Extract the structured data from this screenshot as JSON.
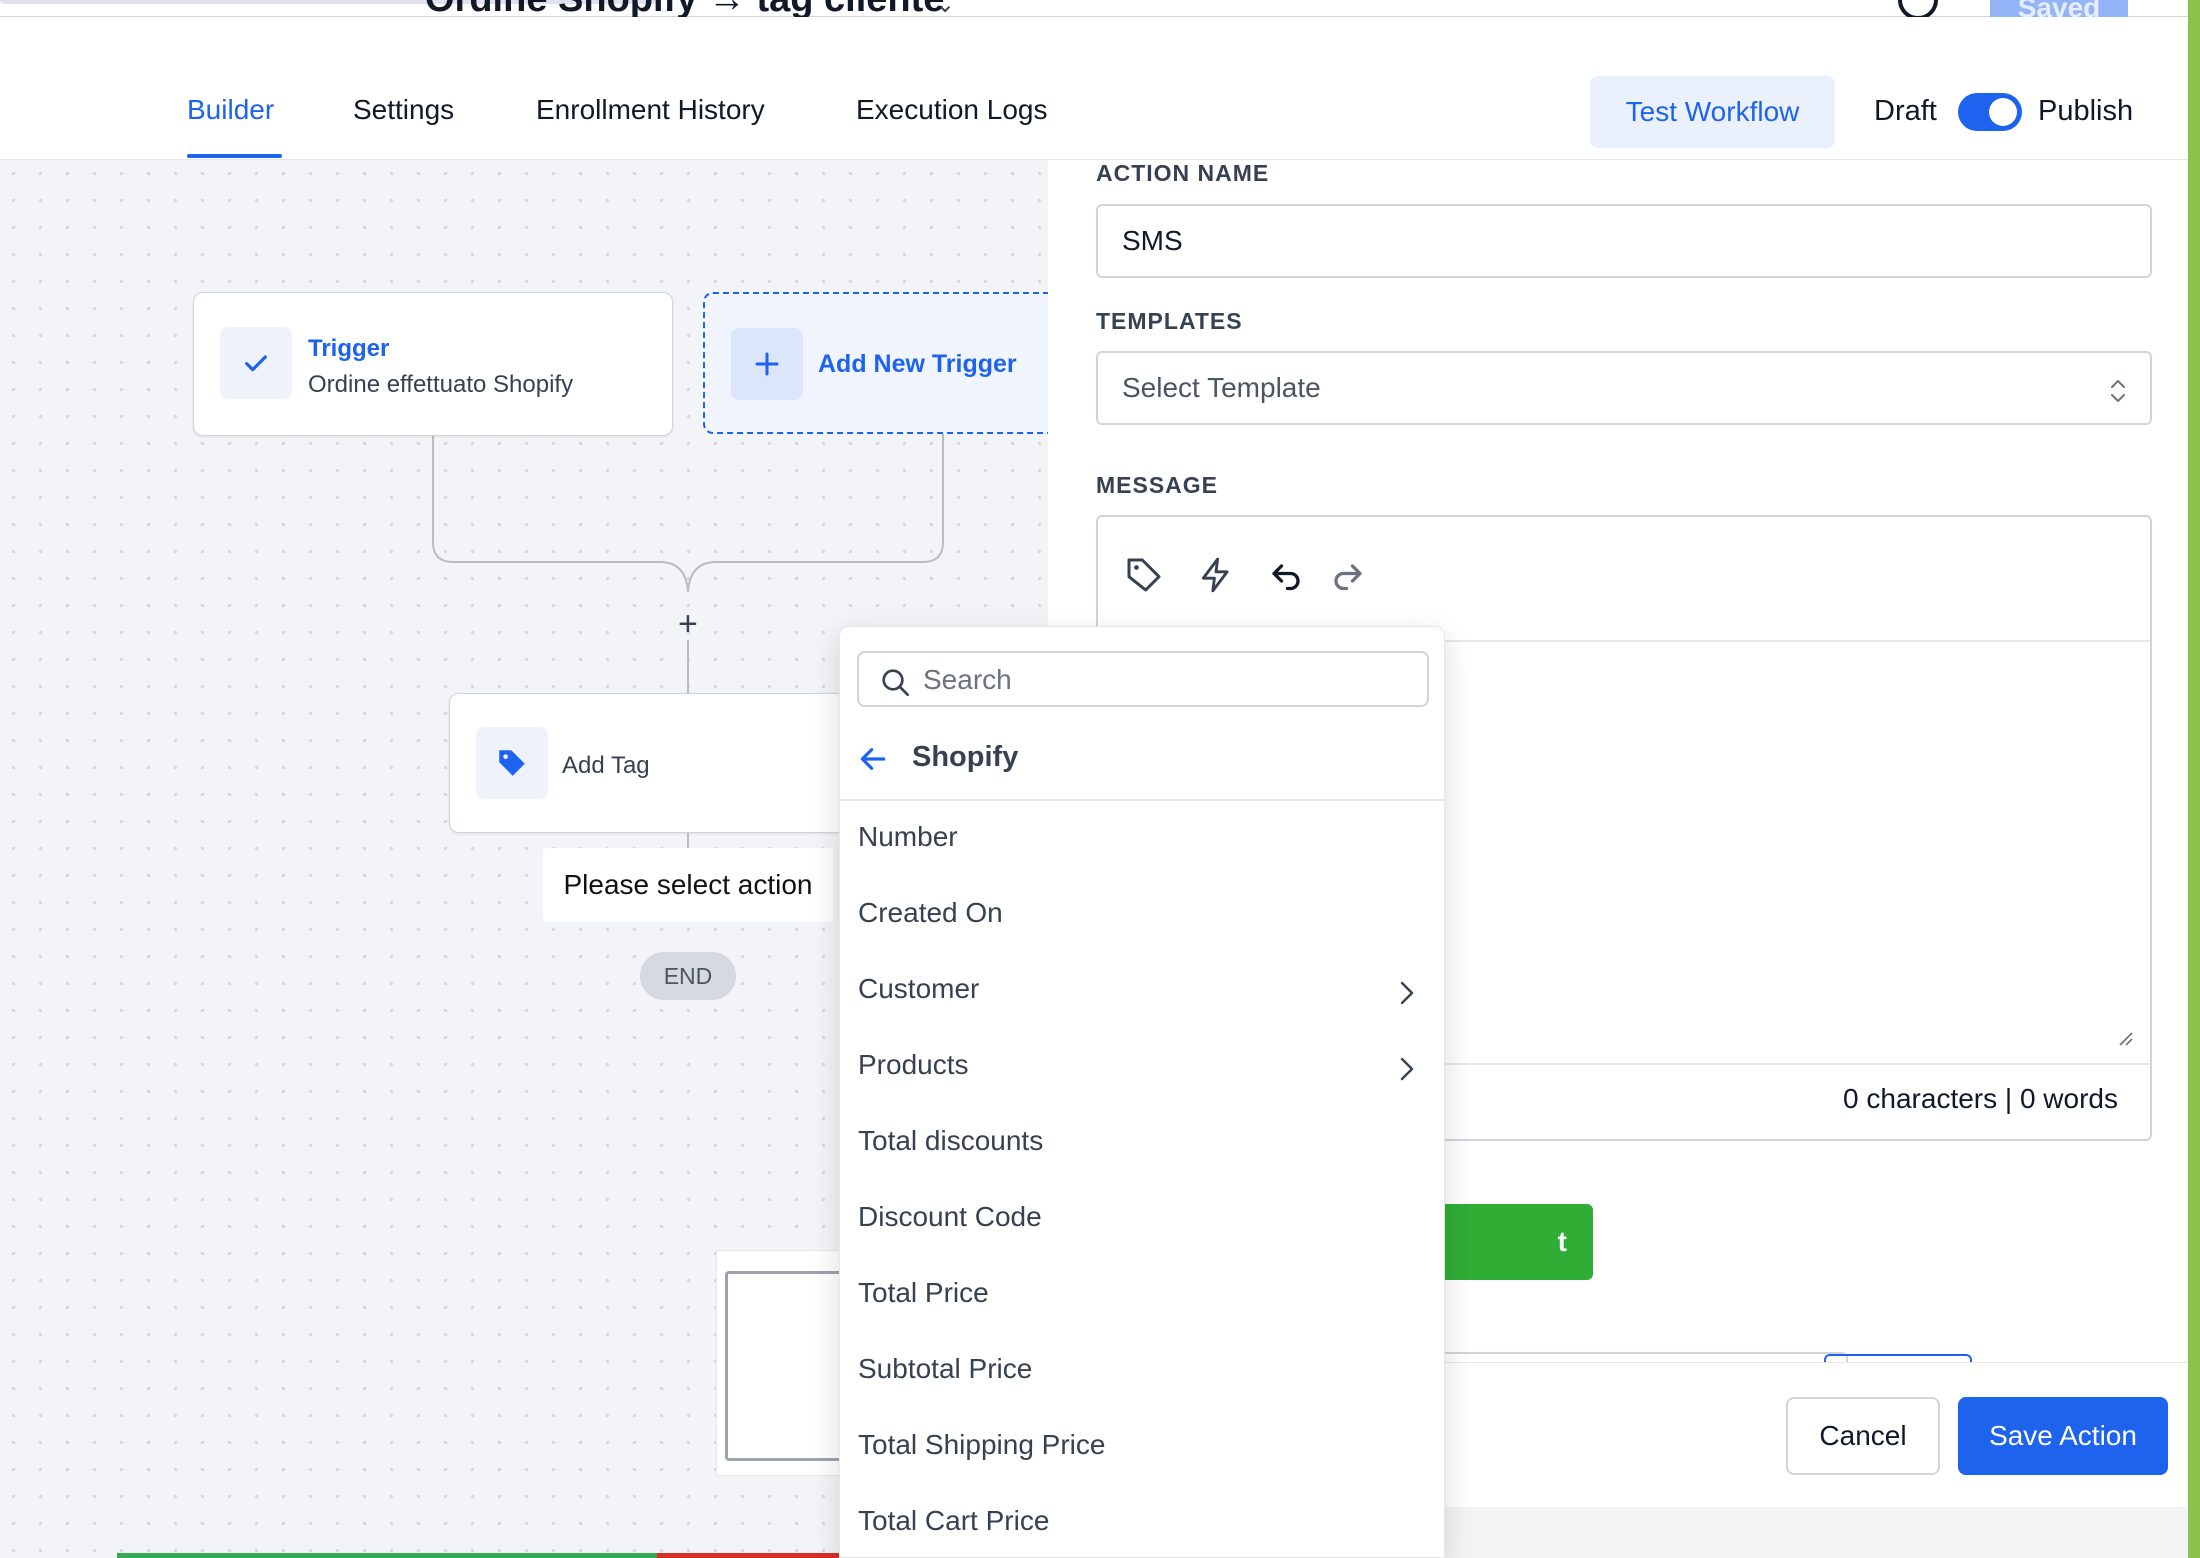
{
  "top": {
    "breadcrumb": "Ordine Shopify → tag cliente",
    "saved_label": "Saved"
  },
  "nav": {
    "tabs": [
      {
        "label": "Builder",
        "active": true
      },
      {
        "label": "Settings",
        "active": false
      },
      {
        "label": "Enrollment History",
        "active": false
      },
      {
        "label": "Execution Logs",
        "active": false
      }
    ],
    "test_workflow": "Test Workflow",
    "draft": "Draft",
    "publish": "Publish",
    "publish_on": true
  },
  "canvas": {
    "trigger": {
      "title": "Trigger",
      "subtitle": "Ordine effettuato Shopify",
      "icon": "check-icon"
    },
    "add_trigger": {
      "label": "Add New Trigger",
      "icon": "plus-icon"
    },
    "add_step": "+",
    "action": {
      "label": "Add Tag",
      "icon": "tag-icon"
    },
    "placeholder": "Please select action",
    "end": "END"
  },
  "panel": {
    "action_name_label": "ACTION NAME",
    "action_name_value": "SMS",
    "templates_label": "TEMPLATES",
    "templates_placeholder": "Select Template",
    "message_label": "MESSAGE",
    "toolbar_icons": [
      "tag-icon",
      "lightning-icon",
      "undo-icon",
      "redo-icon"
    ],
    "counter": "0 characters | 0 words",
    "green_button_fragment": "t",
    "cancel": "Cancel",
    "save": "Save Action"
  },
  "dropdown": {
    "search_placeholder": "Search",
    "back_title": "Shopify",
    "items": [
      {
        "label": "Number",
        "has_children": false
      },
      {
        "label": "Created On",
        "has_children": false
      },
      {
        "label": "Customer",
        "has_children": true
      },
      {
        "label": "Products",
        "has_children": true
      },
      {
        "label": "Total discounts",
        "has_children": false
      },
      {
        "label": "Discount Code",
        "has_children": false
      },
      {
        "label": "Total Price",
        "has_children": false
      },
      {
        "label": "Subtotal Price",
        "has_children": false
      },
      {
        "label": "Total Shipping Price",
        "has_children": false
      },
      {
        "label": "Total Cart Price",
        "has_children": false
      }
    ]
  },
  "colors": {
    "accent": "#1d63ed",
    "green": "#2fad35",
    "edge": "#8bc34a"
  }
}
